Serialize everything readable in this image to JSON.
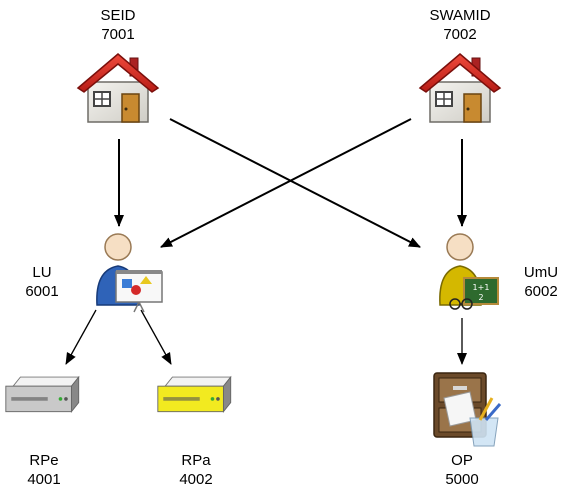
{
  "nodes": {
    "seid": {
      "name": "SEID",
      "id": "7001",
      "icon": "house-icon"
    },
    "swamid": {
      "name": "SWAMID",
      "id": "7002",
      "icon": "house-icon"
    },
    "lu": {
      "name": "LU",
      "id": "6001",
      "icon": "presenter-person-icon"
    },
    "umu": {
      "name": "UmU",
      "id": "6002",
      "icon": "teacher-person-icon"
    },
    "rpe": {
      "name": "RPe",
      "id": "4001",
      "icon": "server-icon"
    },
    "rpa": {
      "name": "RPa",
      "id": "4002",
      "icon": "server-icon"
    },
    "op": {
      "name": "OP",
      "id": "5000",
      "icon": "file-cabinet-icon"
    }
  },
  "edges": [
    {
      "from": "SEID",
      "to": "LU"
    },
    {
      "from": "SEID",
      "to": "UmU"
    },
    {
      "from": "SWAMID",
      "to": "LU"
    },
    {
      "from": "SWAMID",
      "to": "UmU"
    },
    {
      "from": "LU",
      "to": "RPe"
    },
    {
      "from": "LU",
      "to": "RPa"
    },
    {
      "from": "UmU",
      "to": "OP"
    }
  ],
  "colors": {
    "roof": "#cc2222",
    "house_wall": "#e8e6e0",
    "door": "#c88a30",
    "lu_shirt": "#2f63b8",
    "umu_shirt": "#d4b800",
    "server_gray": "#c9c9c9",
    "server_yellow": "#f2ea20",
    "arrow": "#000000"
  }
}
